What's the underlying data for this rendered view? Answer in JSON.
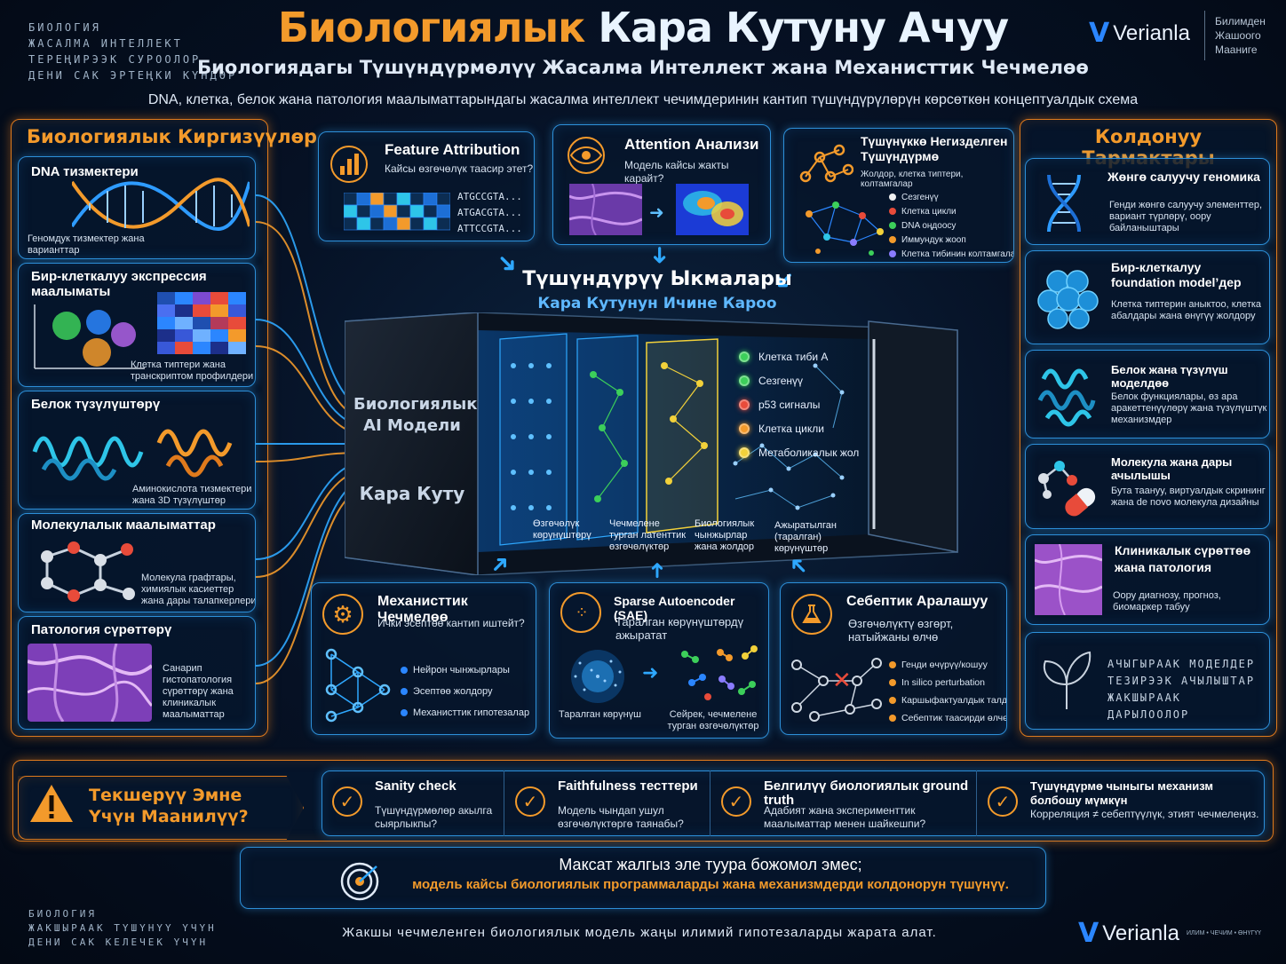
{
  "corner_tl": [
    "БИОЛОГИЯ",
    "ЖАСАЛМА ИНТЕЛЛЕКТ",
    "ТЕРЕҢИРЭЭК СУРООЛОР",
    "ДЕНИ САК ЭРТЕҢКИ КҮНДӨР"
  ],
  "corner_bl": [
    "БИОЛОГИЯ",
    "ЖАКШЫРААК ТҮШҮНҮҮ ҮЧҮН",
    "ДЕНИ САК КЕЛЕЧЕК ҮЧҮН"
  ],
  "title": {
    "part1": "Биологиялык",
    "part2": "Кара Кутуну Ачуу"
  },
  "subtitle": "Биологиядагы Түшүндүрмөлүү Жасалма Интеллект жана Механисттик Чечмелөө",
  "description": "DNA, клетка, белок жана патология маалыматтарындагы жасалма интеллект чечимдеринин кантип түшүндүрүлөрүн көрсөткөн концептуалдык схема",
  "logo": {
    "mark": "V",
    "name": "Verianla",
    "tagline": [
      "Билимден",
      "Жашоого",
      "Мааниге"
    ],
    "footer_tagline": "ИЛИМ • ЧЕЧИМ • ӨНҮГҮҮ"
  },
  "inputs": {
    "heading": "Биологиялык Киргизүүлөр",
    "items": [
      {
        "title": "DNA тизмектери",
        "caption": "Геномдук тизмектер жана варианттар"
      },
      {
        "title": "Бир-клеткалуу экспрессия маалыматы",
        "caption": "Клетка типтери жана транскриптом профилдери"
      },
      {
        "title": "Белок түзүлүштөрү",
        "caption": "Аминокислота тизмектери жана 3D түзүлүштөр"
      },
      {
        "title": "Молекулалык маалыматтар",
        "caption": "Молекула графтары, химиялык касиеттер жана дары талапкерлери"
      },
      {
        "title": "Патология сүрөттөрү",
        "caption": "Санарип гистопатология сүрөттөрү жана клиникалык маалыматтар"
      }
    ]
  },
  "top_cards": [
    {
      "title": "Feature Attribution",
      "question": "Кайсы өзгөчөлүк таасир этет?",
      "seqs": [
        "ATGCCGTA...",
        "ATGACGTA...",
        "ATTCCGTA..."
      ]
    },
    {
      "title": "Attention Анализи",
      "question": "Модель кайсы жакты карайт?"
    },
    {
      "title": "Түшүнүккө Негизделген Түшүндүрмө",
      "question": "Жолдор, клетка типтери, колтамгалар",
      "legend": [
        {
          "label": "Сезгенүү",
          "color": "#f0f0f0"
        },
        {
          "label": "Клетка цикли",
          "color": "#e84b3a"
        },
        {
          "label": "DNA оңдоосу",
          "color": "#3ccf5a"
        },
        {
          "label": "Иммундук жооп",
          "color": "#f39a2b"
        },
        {
          "label": "Клетка тибинин колтамгалары",
          "color": "#8a7cff"
        }
      ]
    }
  ],
  "center": {
    "layers_title": "Түшүндүрүү Ыкмалары",
    "layers_subtitle": "Кара Кутунун Ичине Кароо",
    "model_label": "Биологиялык AI Модели",
    "black_box": "Кара Куту",
    "concepts": [
      {
        "label": "Клетка тиби A",
        "color": "#3ccf5a"
      },
      {
        "label": "Сезгенүү",
        "color": "#3ccf5a"
      },
      {
        "label": "p53 сигналы",
        "color": "#e84b3a"
      },
      {
        "label": "Клетка цикли",
        "color": "#f39a2b"
      },
      {
        "label": "Метаболикалык жол",
        "color": "#f2d13a"
      }
    ],
    "layer_captions": [
      "Өзгөчөлүк көрүнүштөрү",
      "Чечмелене турган латенттик өзгөчөлүктөр",
      "Биологиялык чынжырлар жана жолдор",
      "Ажыратылган (таралган) көрүнүштөр"
    ]
  },
  "bottom_cards": [
    {
      "title": "Механисттик Чечмелөө",
      "question": "Ички эсептөө кантип иштейт?",
      "list": [
        {
          "label": "Нейрон чынжырлары",
          "color": "#2b86ff"
        },
        {
          "label": "Эсептөө жолдору",
          "color": "#2b86ff"
        },
        {
          "label": "Механисттик гипотезалар",
          "color": "#2b86ff"
        }
      ]
    },
    {
      "title": "Sparse Autoencoder (SAE)",
      "question": "Таралган көрүнүштөрдү ажыратат",
      "left_caption": "Таралган көрүнүш",
      "right_caption": "Сейрек, чечмелене турган өзгөчөлүктөр"
    },
    {
      "title": "Себептик Аралашуу",
      "question": "Өзгөчөлүктү өзгөрт, натыйжаны өлчө",
      "list": [
        {
          "label": "Генди өчүрүү/кошуу",
          "color": "#f39a2b"
        },
        {
          "label": "In silico perturbation",
          "color": "#f39a2b"
        },
        {
          "label": "Каршыфактуалдык талдоо",
          "color": "#f39a2b"
        },
        {
          "label": "Себептик таасирди өлчөө",
          "color": "#f39a2b"
        }
      ]
    }
  ],
  "applications": {
    "heading": "Колдонуу Тармактары",
    "items": [
      {
        "title": "Жөнгө салуучу геномика",
        "text": "Генди жөнгө салуучу элементтер, вариант түрлөрү, оору байланыштары"
      },
      {
        "title": "Бир-клеткалуу foundation model’дер",
        "text": "Клетка типтерин аныктоо, клетка абалдары жана өнүгүү жолдору"
      },
      {
        "title": "Белок жана түзүлүш моделдөө",
        "text": "Белок функциялары, өз ара аракеттенүүлөрү жана түзүлүштүк механизмдер"
      },
      {
        "title": "Молекула жана дары ачылышы",
        "text": "Бута таануу, виртуалдык скрининг жана de novo молекула дизайны"
      },
      {
        "title": "Клиникалык сүрөттөө жана патология",
        "text": "Оору диагнозу, прогноз, биомаркер табуу"
      }
    ],
    "footer": [
      "АЧЫГЫРААК МОДЕЛДЕР",
      "ТЕЗИРЭЭК АЧЫЛЫШТАР",
      "ЖАКШЫРААК ДАРЫЛООЛОР"
    ]
  },
  "validation": {
    "heading": "Текшерүү Эмне Үчүн Маанилүү?",
    "items": [
      {
        "title": "Sanity check",
        "text": "Түшүндүрмөлөр акылга сыярлыкпы?"
      },
      {
        "title": "Faithfulness тесттери",
        "text": "Модель чындап ушул өзгөчөлүктөргө таянабы?"
      },
      {
        "title": "Белгилүү биологиялык ground truth",
        "text": "Адабият жана эксперименттик маалыматтар менен шайкешпи?"
      },
      {
        "title": "Түшүндүрмө чыныгы механизм болбошу мүмкүн",
        "text": "Корреляция ≠ себептүүлүк, этият чечмелеңиз."
      }
    ]
  },
  "goal": {
    "line1": "Максат жалгыз эле туура божомол эмес;",
    "line2": "модель кайсы биологиялык программаларды жана механизмдерди колдонорун түшүнүү."
  },
  "footer_text": "Жакшы чечмеленген биологиялык модель жаңы илимий гипотезаларды жарата алат."
}
